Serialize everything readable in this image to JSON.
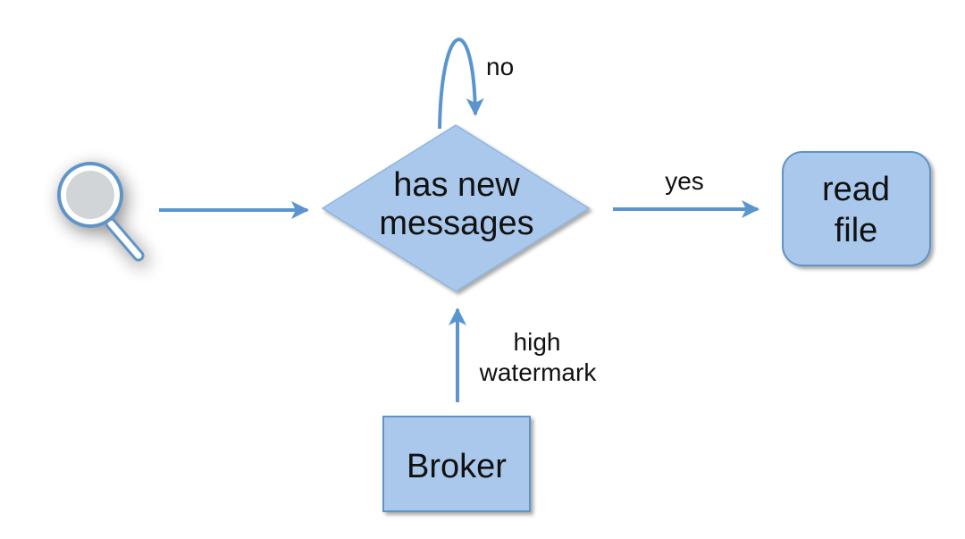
{
  "diagram": {
    "decision": {
      "line1": "has new",
      "line2": "messages"
    },
    "process": {
      "line1": "read",
      "line2": "file"
    },
    "source": {
      "label": "Broker"
    },
    "edges": {
      "loop_label": "no",
      "yes_label": "yes",
      "watermark_line1": "high",
      "watermark_line2": "watermark"
    },
    "icons": {
      "poll": "magnifier-icon"
    },
    "colors": {
      "fill": "#a9c8eb",
      "stroke": "#5f94c8",
      "arrow": "#5b95cf",
      "text": "#111111"
    }
  }
}
